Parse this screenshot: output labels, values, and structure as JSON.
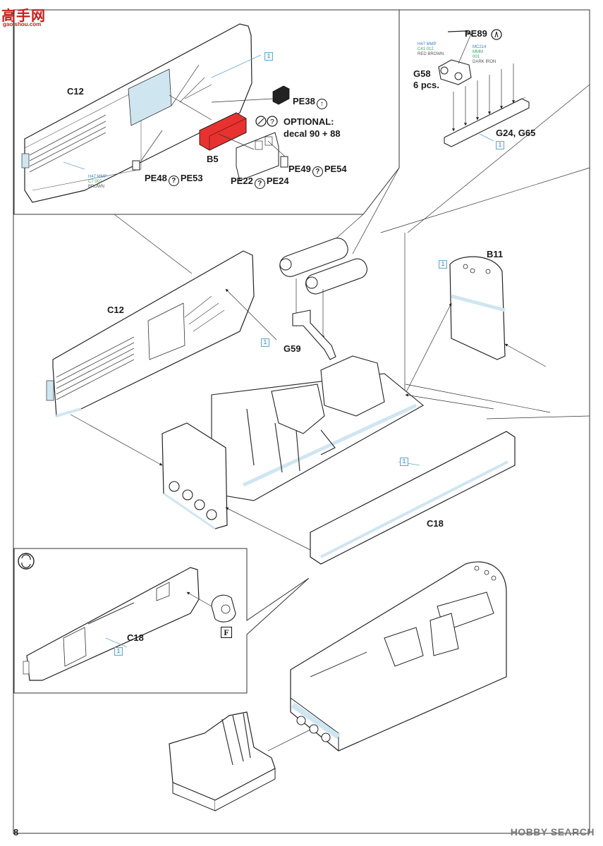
{
  "logo": {
    "main": "高手网",
    "sub": "gao.shou.com"
  },
  "watermark": "HOBBY SEARCH",
  "page_number": "8",
  "parts": {
    "c12_top": "C12",
    "c12_main": "C12",
    "b5": "B5",
    "b11": "B11",
    "g59": "G59",
    "c18_main": "C18",
    "c18_inset": "C18",
    "g58": "G58",
    "g58_qty": "6 pcs.",
    "g24_g65": "G24, G65"
  },
  "pe": {
    "pe38": "PE38",
    "pe48": "PE48",
    "pe53": "PE53",
    "pe49": "PE49",
    "pe54": "PE54",
    "pe22": "PE22",
    "pe24": "PE24",
    "pe89": "PE89"
  },
  "optional": {
    "line1": "OPTIONAL:",
    "line2": "decal 90 + 88"
  },
  "paint": {
    "brown": {
      "a": "H47 MMP",
      "b": "C7  002",
      "c": "BROWN"
    },
    "red_brown": {
      "a": "H47  MMP",
      "b": "C41  012",
      "c": "RED BROWN"
    },
    "dark_iron": {
      "a": "MC214",
      "b": "MMM",
      "c": "001",
      "d": "DARK IRON"
    }
  },
  "symbols": {
    "inset_f": "F",
    "question": "?",
    "fold": "↑"
  },
  "colour_tags": {
    "one": "1"
  },
  "colors": {
    "red_part": "#e8322f",
    "light_blue": "#cfe6f1",
    "line": "#333333",
    "tag_blue": "#3a7fa8",
    "green_paint": "#3aa35a",
    "blue_paint": "#3a7fc8"
  }
}
